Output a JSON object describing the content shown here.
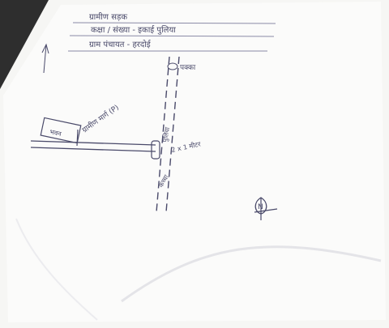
{
  "header": {
    "line1": "ग्रामीण सड़क",
    "line2": "कक्षा / संख्या - इकाई पुलिया",
    "line3": "ग्राम पंचायत - हरदोई"
  },
  "sketch": {
    "pole_top_label": "पक्का",
    "branch_label": "ग्रामीण मार्ग (P)",
    "box_label": "भवन",
    "culvert_label": "पुलिया",
    "culvert_detail": "2 x 1 मीटर",
    "pole_bottom_label": "कच्चा",
    "north_mark": "N"
  },
  "colors": {
    "ink": "#4a4a6a",
    "paper": "#f6f6f4",
    "shadow": "#2e2e2e"
  }
}
